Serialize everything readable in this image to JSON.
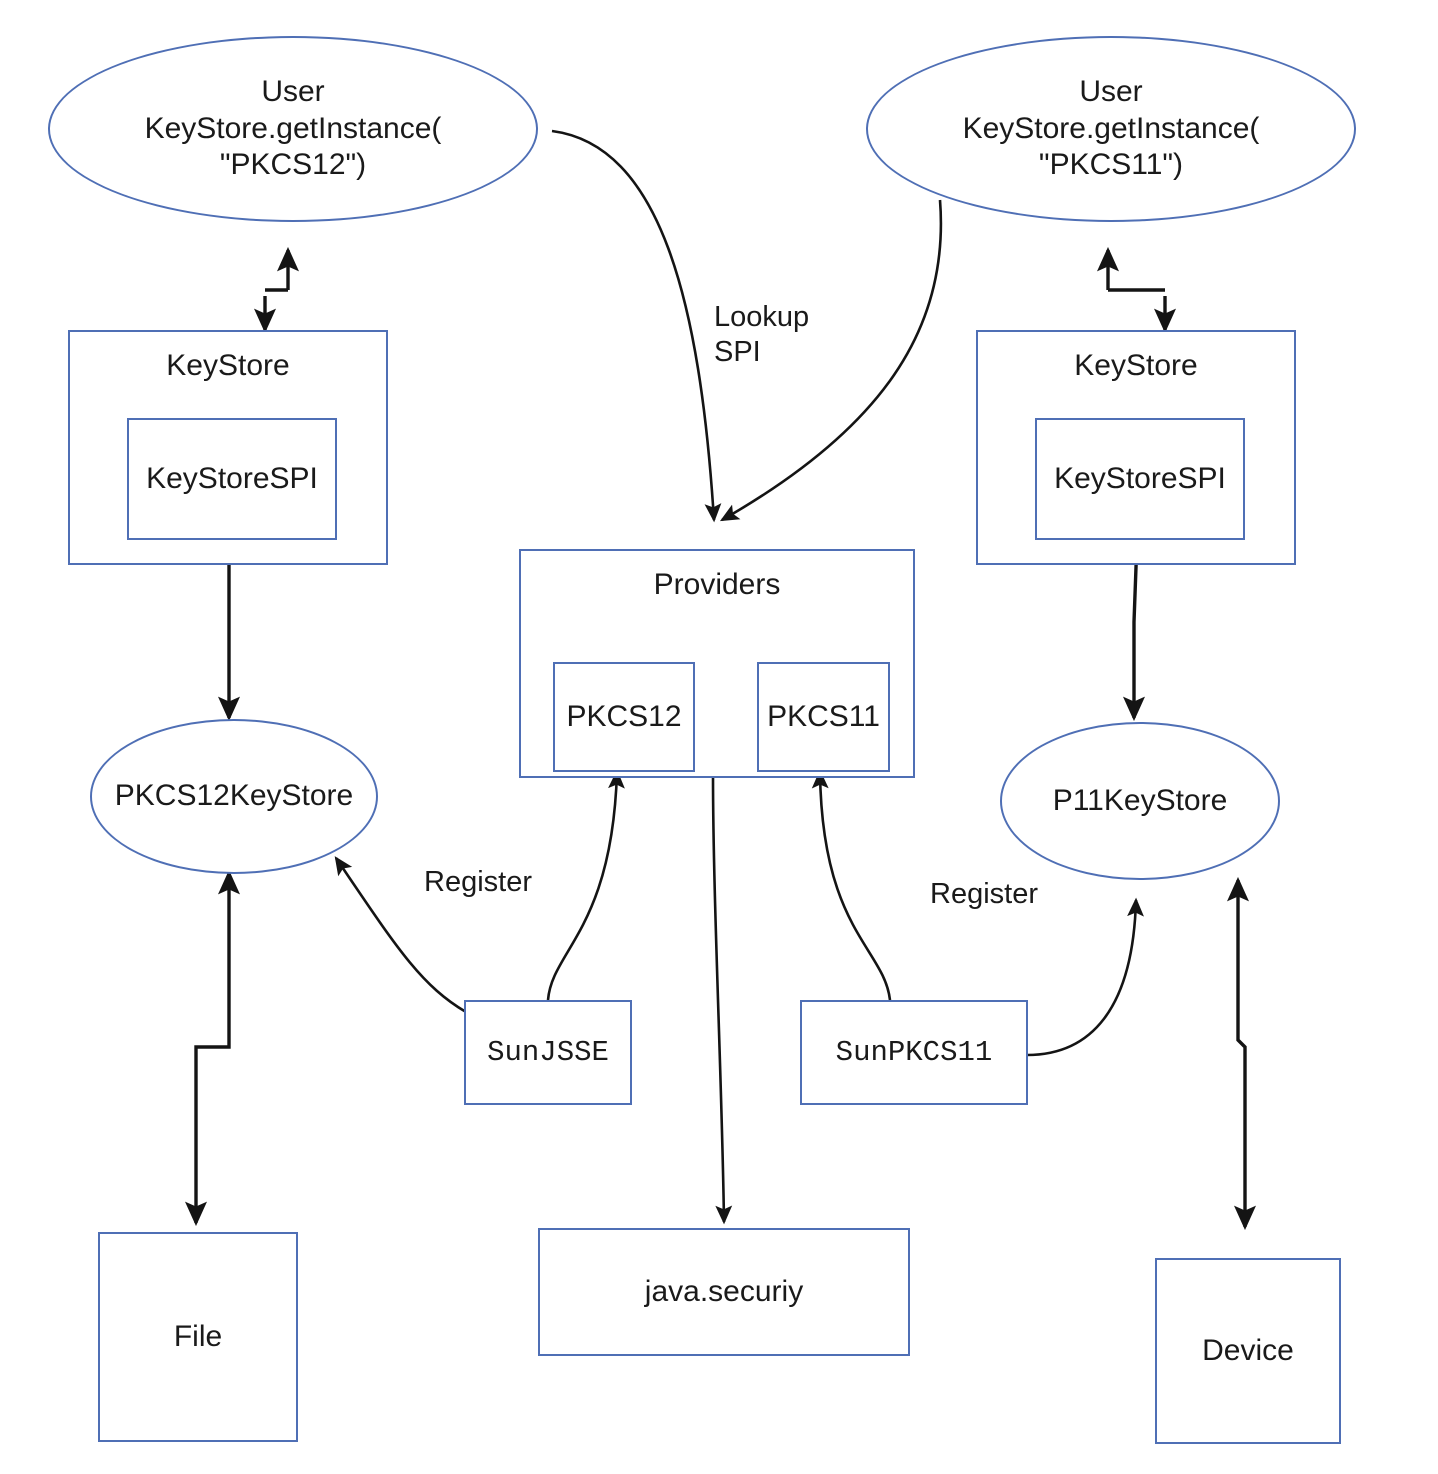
{
  "diagram": {
    "title": "Java KeyStore SPI / Provider architecture",
    "stroke_color": "#4f6fb5",
    "edge_color": "#1a1a1a",
    "text_color": "#1a1a1a",
    "background": "#ffffff",
    "nodes": [
      {
        "id": "user-pkcs12",
        "shape": "ellipse",
        "label": "User\nKeyStore.getInstance(\n\"PKCS12\")"
      },
      {
        "id": "user-pkcs11",
        "shape": "ellipse",
        "label": "User\nKeyStore.getInstance(\n\"PKCS11\")"
      },
      {
        "id": "keystore-left",
        "shape": "box",
        "label": "KeyStore"
      },
      {
        "id": "keystorespi-left",
        "shape": "box",
        "label": "KeyStoreSPI"
      },
      {
        "id": "keystore-right",
        "shape": "box",
        "label": "KeyStore"
      },
      {
        "id": "keystorespi-right",
        "shape": "box",
        "label": "KeyStoreSPI"
      },
      {
        "id": "providers",
        "shape": "box",
        "label": "Providers"
      },
      {
        "id": "pkcs12-provider",
        "shape": "box",
        "label": "PKCS12"
      },
      {
        "id": "pkcs11-provider",
        "shape": "box",
        "label": "PKCS11"
      },
      {
        "id": "pkcs12keystore",
        "shape": "ellipse",
        "label": "PKCS12KeyStore"
      },
      {
        "id": "p11keystore",
        "shape": "ellipse",
        "label": "P11KeyStore"
      },
      {
        "id": "sunjsse",
        "shape": "box",
        "label": "SunJSSE"
      },
      {
        "id": "sunpkcs11",
        "shape": "box",
        "label": "SunPKCS11"
      },
      {
        "id": "java-security",
        "shape": "box",
        "label": "java.securiy"
      },
      {
        "id": "file",
        "shape": "box",
        "label": "File"
      },
      {
        "id": "device",
        "shape": "box",
        "label": "Device"
      }
    ],
    "edge_labels": [
      {
        "id": "lookup-spi",
        "label": "Lookup\nSPI"
      },
      {
        "id": "register-left",
        "label": "Register"
      },
      {
        "id": "register-right",
        "label": "Register"
      }
    ],
    "edges": [
      {
        "from": "user-pkcs12",
        "to": "keystore-left",
        "type": "bidirectional-step"
      },
      {
        "from": "user-pkcs11",
        "to": "keystore-right",
        "type": "bidirectional-step"
      },
      {
        "from": "user-pkcs12",
        "to": "providers",
        "type": "curve-arrow",
        "label": "Lookup\nSPI"
      },
      {
        "from": "user-pkcs11",
        "to": "providers",
        "type": "curve-arrow"
      },
      {
        "from": "keystorespi-left",
        "to": "pkcs12keystore",
        "type": "bidirectional"
      },
      {
        "from": "keystorespi-right",
        "to": "p11keystore",
        "type": "bidirectional"
      },
      {
        "from": "pkcs12keystore",
        "to": "file",
        "type": "bidirectional-step"
      },
      {
        "from": "p11keystore",
        "to": "device",
        "type": "bidirectional-step"
      },
      {
        "from": "sunjsse",
        "to": "pkcs12-provider",
        "type": "curve-arrow",
        "label": "Register"
      },
      {
        "from": "sunjsse",
        "to": "pkcs12keystore",
        "type": "curve-arrow"
      },
      {
        "from": "sunpkcs11",
        "to": "pkcs11-provider",
        "type": "curve-arrow",
        "label": "Register"
      },
      {
        "from": "sunpkcs11",
        "to": "p11keystore",
        "type": "curve-arrow"
      },
      {
        "from": "providers",
        "to": "java-security",
        "type": "arrow"
      }
    ]
  }
}
